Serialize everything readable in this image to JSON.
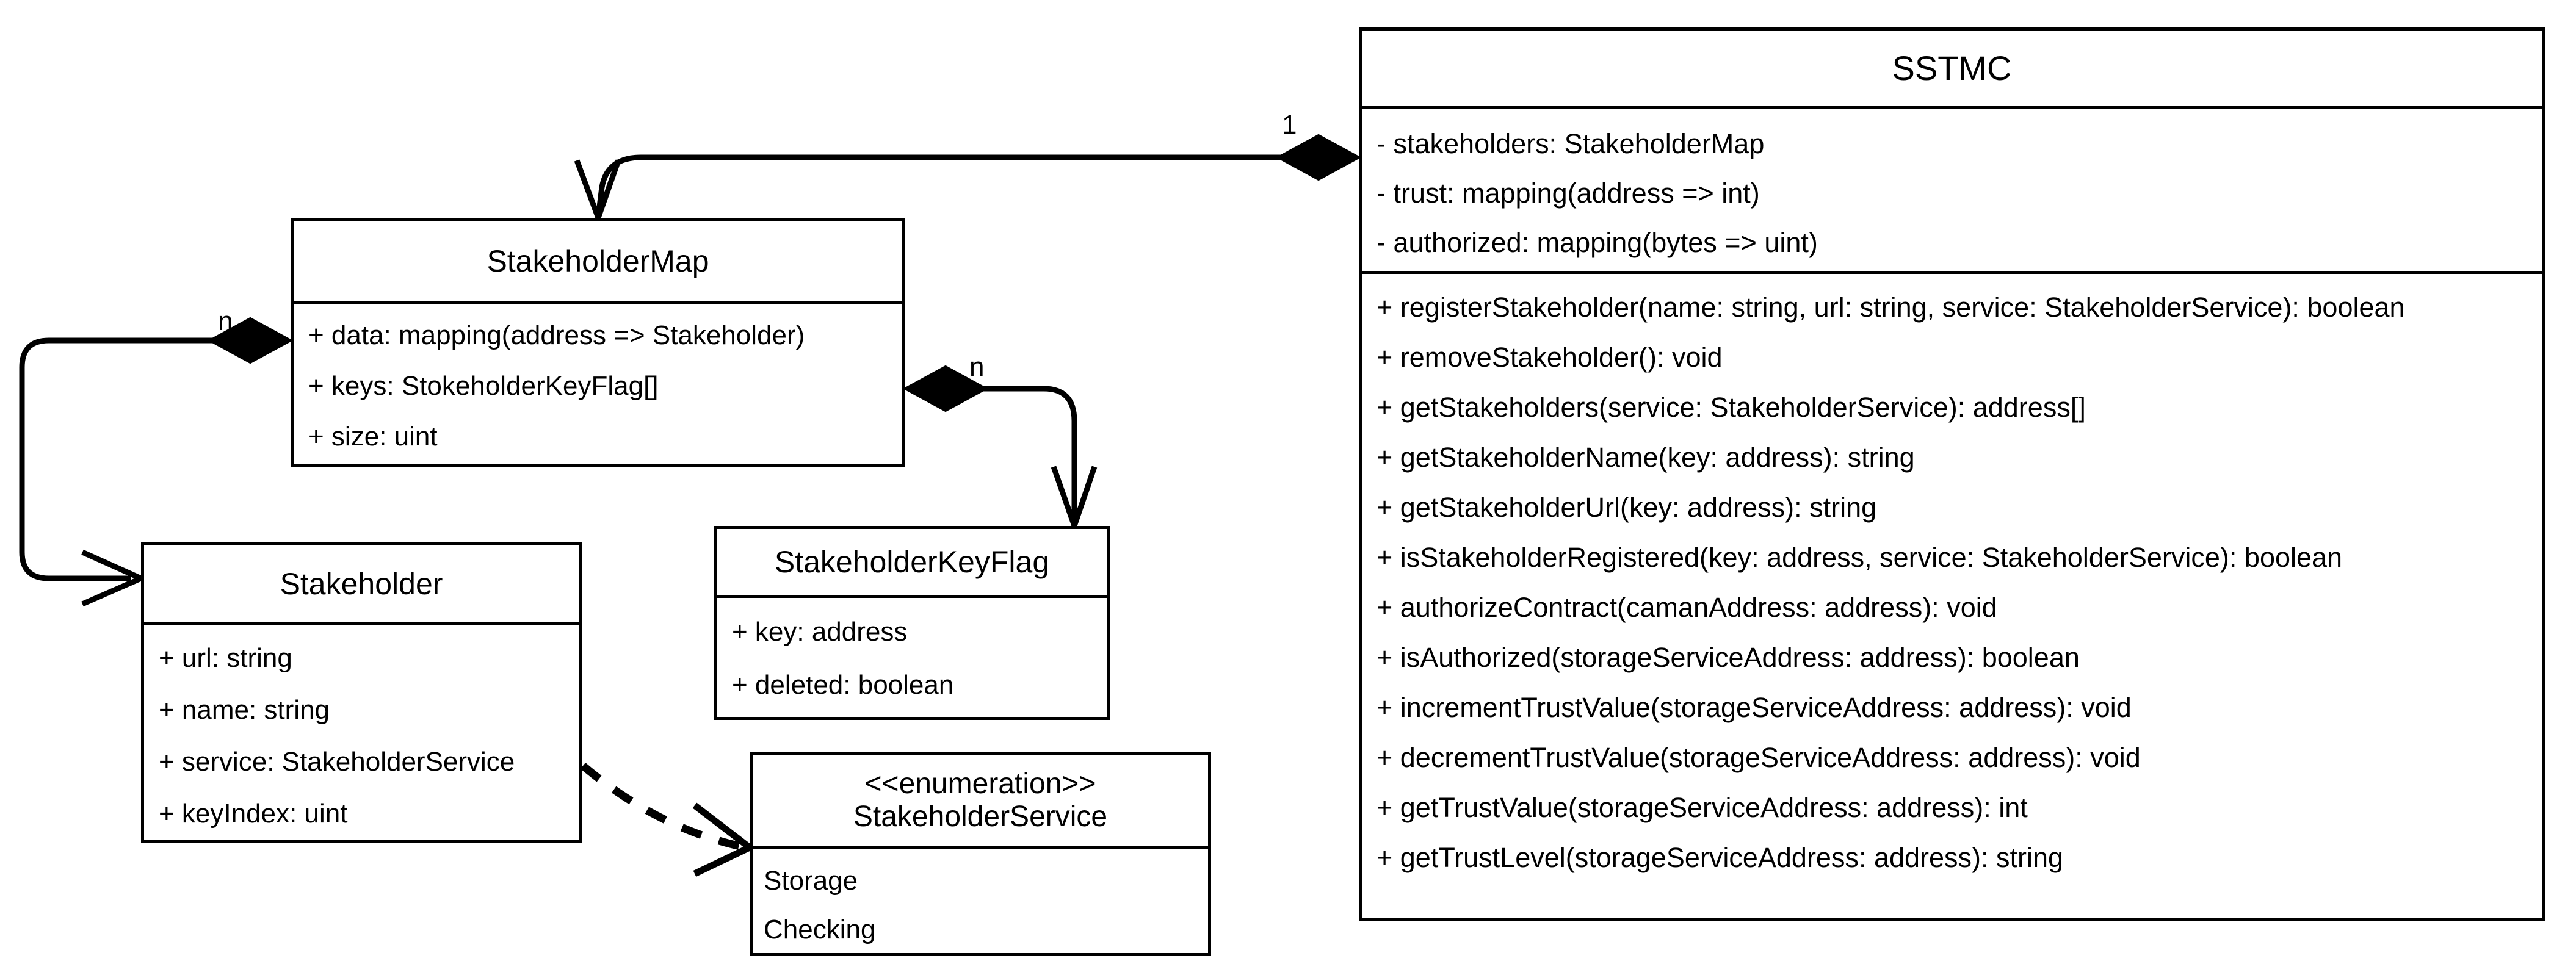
{
  "diagram": {
    "title": "UML class diagram",
    "stroke_color": "#000000",
    "background_color": "#ffffff"
  },
  "classes": {
    "sstmc": {
      "name": "SSTMC",
      "attributes": [
        "- stakeholders: StakeholderMap",
        "- trust: mapping(address => int)",
        "- authorized: mapping(bytes => uint)"
      ],
      "operations": [
        "+ registerStakeholder(name: string, url: string, service: StakeholderService): boolean",
        "+ removeStakeholder(): void",
        "+ getStakeholders(service: StakeholderService): address[]",
        "+ getStakeholderName(key: address): string",
        "+ getStakeholderUrl(key: address): string",
        "+ isStakeholderRegistered(key: address, service: StakeholderService): boolean",
        "+ authorizeContract(camanAddress: address): void",
        "+ isAuthorized(storageServiceAddress: address): boolean",
        "+ incrementTrustValue(storageServiceAddress: address): void",
        "+ decrementTrustValue(storageServiceAddress: address): void",
        "+ getTrustValue(storageServiceAddress: address): int",
        "+ getTrustLevel(storageServiceAddress: address): string"
      ]
    },
    "stakeholdermap": {
      "name": "StakeholderMap",
      "attributes": [
        "+ data: mapping(address => Stakeholder)",
        "+ keys: StokeholderKeyFlag[]",
        "+ size: uint"
      ]
    },
    "stakeholder": {
      "name": "Stakeholder",
      "attributes": [
        "+ url: string",
        "+ name: string",
        "+ service: StakeholderService",
        "+ keyIndex: uint"
      ]
    },
    "keyflag": {
      "name": "StakeholderKeyFlag",
      "attributes": [
        "+ key: address",
        "+ deleted: boolean"
      ]
    },
    "enumeration": {
      "stereotype": "<<enumeration>>",
      "name": "StakeholderService",
      "literals": [
        "Storage",
        "Checking"
      ]
    }
  },
  "relationships": [
    {
      "id": "sstmc-to-stakeholdermap",
      "type": "composition",
      "source": "sstmc",
      "target": "stakeholdermap",
      "multiplicity": "1"
    },
    {
      "id": "stakeholdermap-to-stakeholder",
      "type": "composition",
      "source": "stakeholdermap",
      "target": "stakeholder",
      "multiplicity": "n"
    },
    {
      "id": "stakeholdermap-to-keyflag",
      "type": "composition",
      "source": "stakeholdermap",
      "target": "keyflag",
      "multiplicity": "n"
    },
    {
      "id": "stakeholder-to-enumeration",
      "type": "dependency",
      "source": "stakeholder",
      "target": "enumeration",
      "multiplicity": ""
    }
  ]
}
